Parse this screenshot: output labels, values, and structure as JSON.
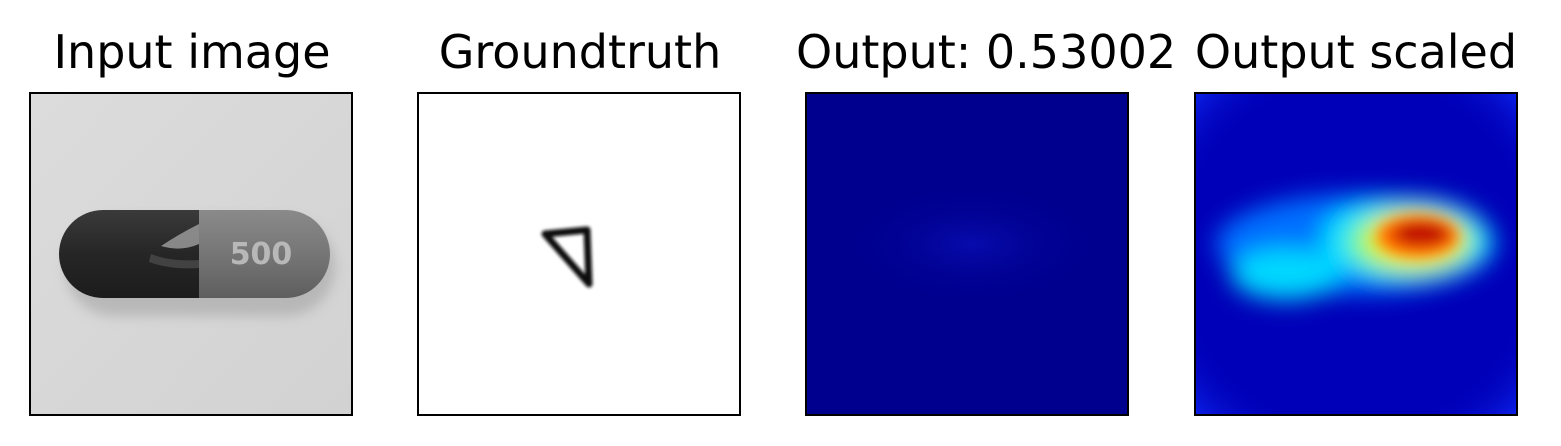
{
  "panels": [
    {
      "title": "Input image",
      "image": "grayscale-capsule-photo",
      "capsule_text": "500",
      "colors": {
        "background": "#d9d9d9",
        "capsule_dark": "#2b2b2b",
        "capsule_light": "#777777"
      }
    },
    {
      "title": "Groundtruth",
      "image": "defect-mask-outline",
      "colors": {
        "background": "#ffffff",
        "mask": "#111111"
      }
    },
    {
      "title": "Output: 0.53002",
      "image": "output-heatmap-unscaled",
      "colors": {
        "background": "#00008f"
      }
    },
    {
      "title": "Output scaled",
      "image": "output-heatmap-scaled-jet",
      "colors": {
        "background": "#0000b4",
        "low": "#00cfff",
        "mid": "#ffff00",
        "high": "#c00000"
      }
    }
  ]
}
